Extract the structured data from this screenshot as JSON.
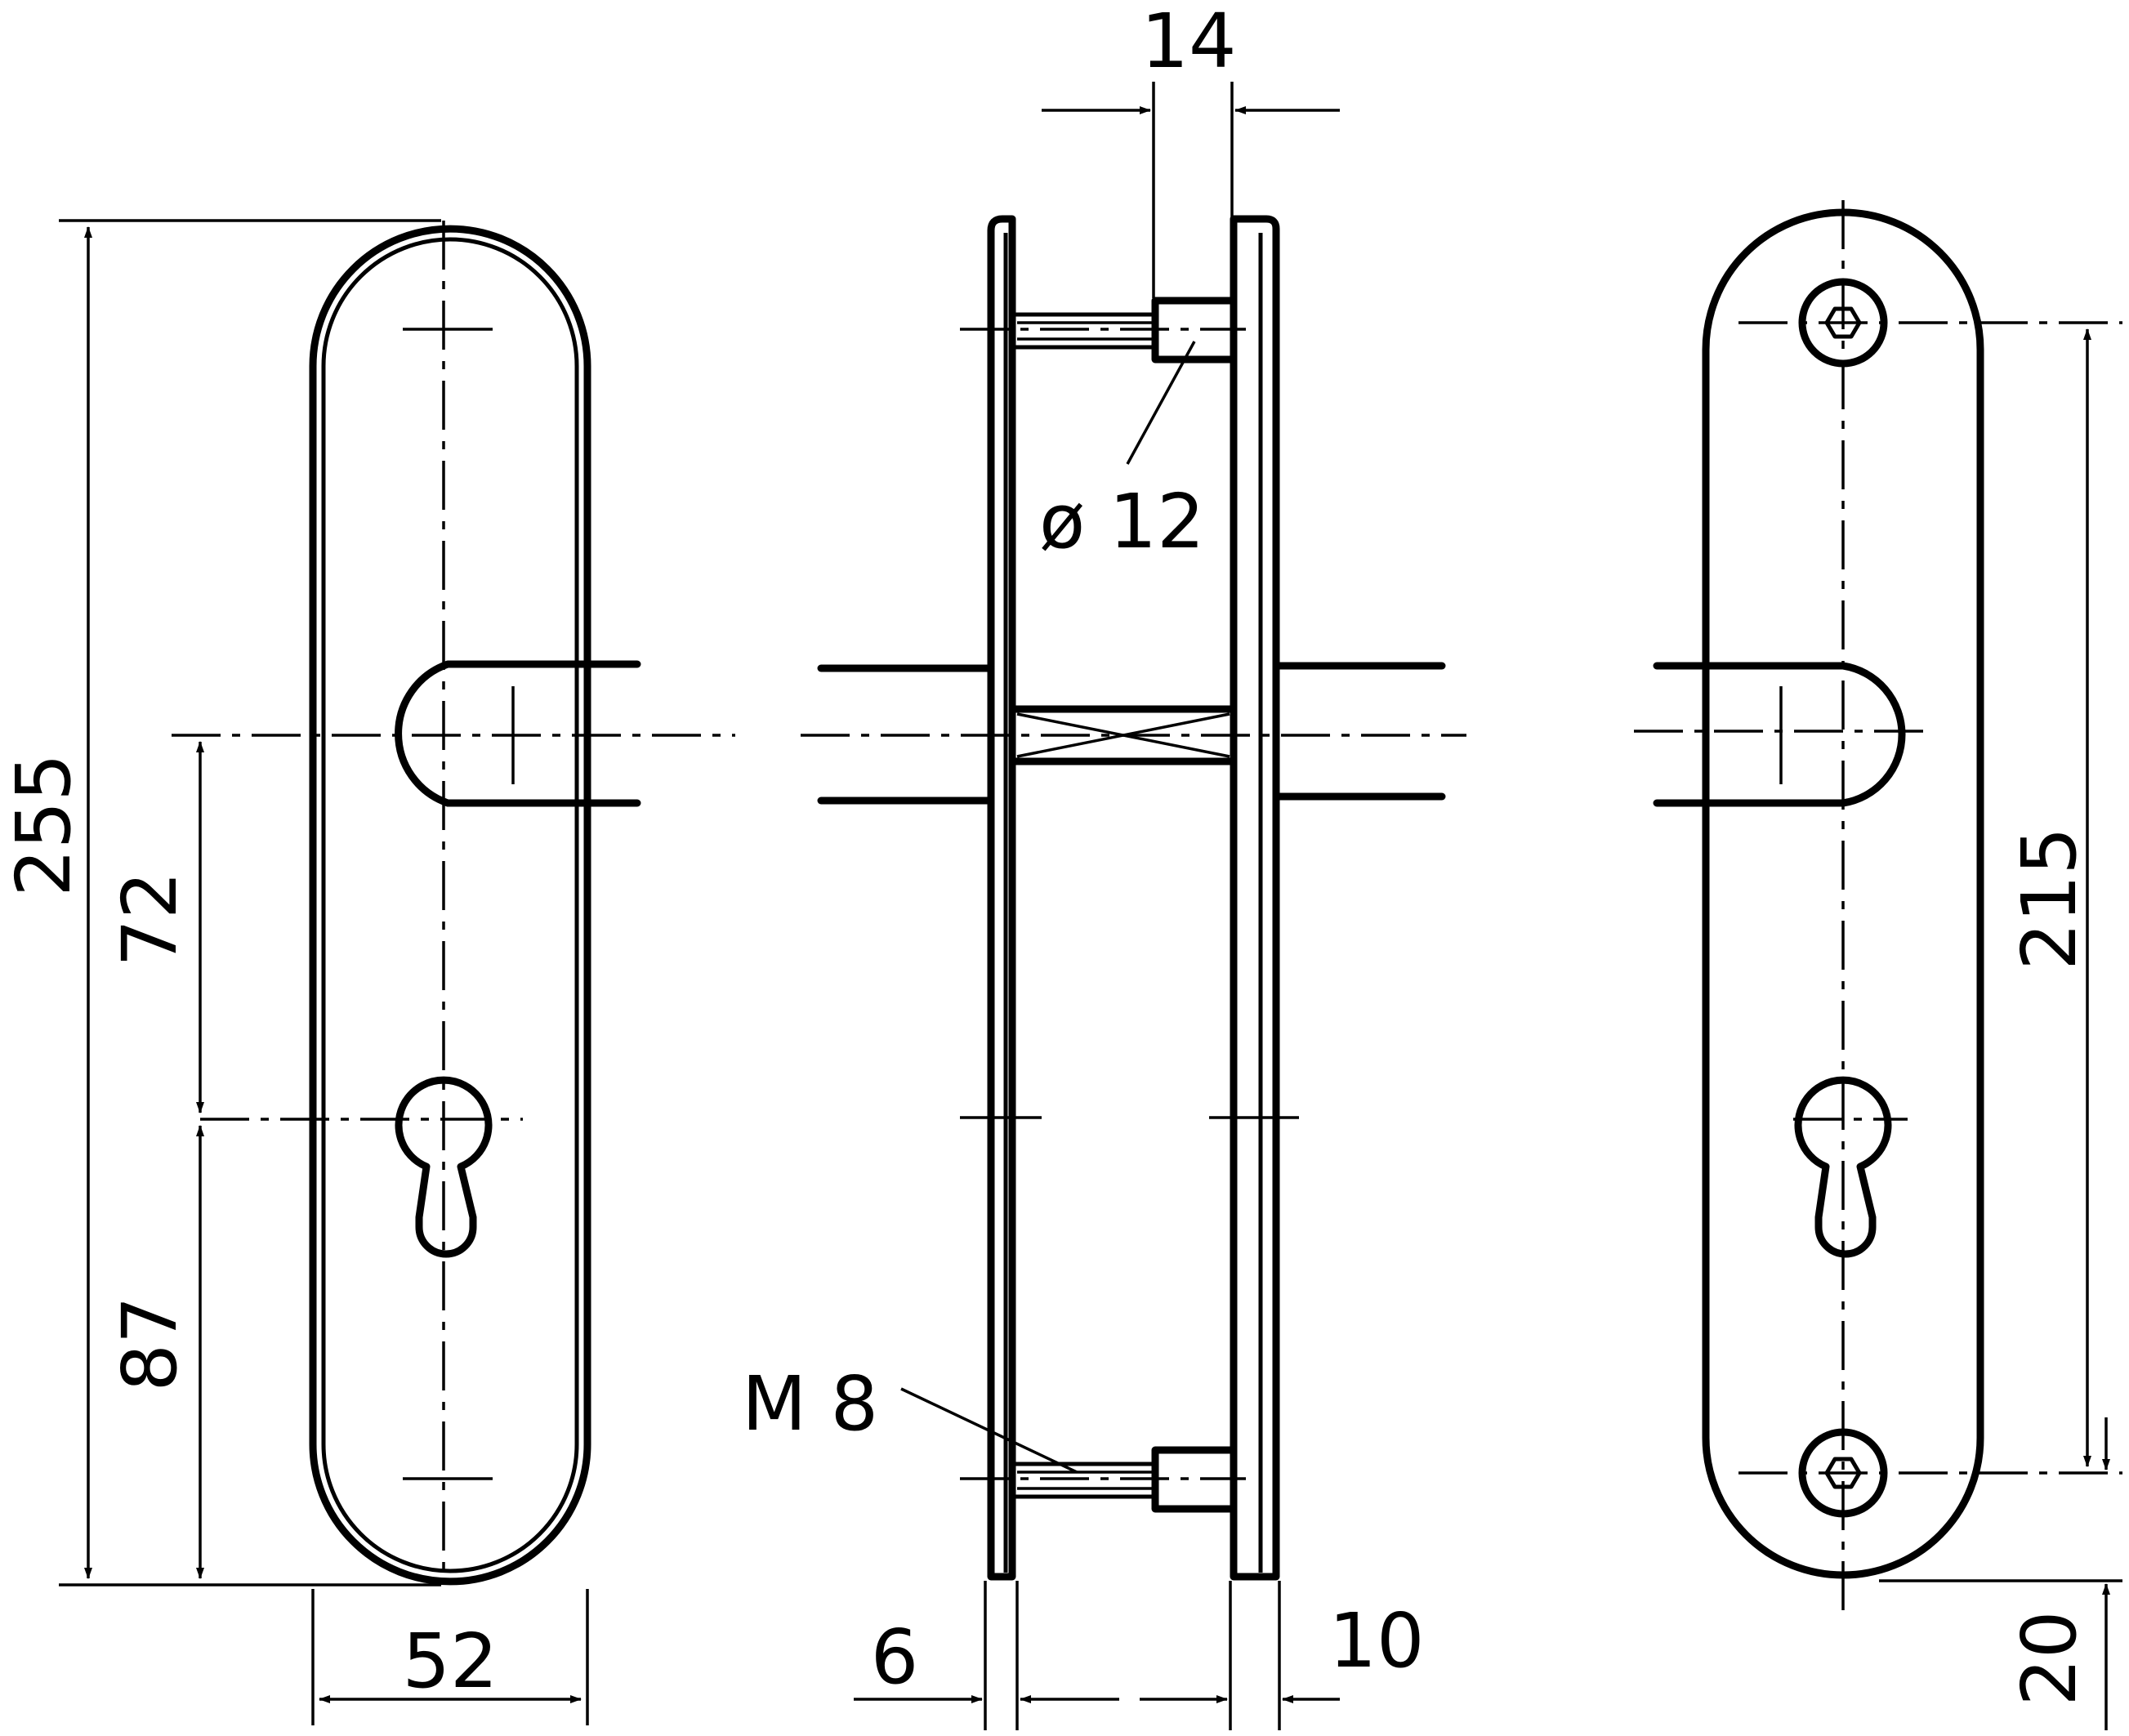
{
  "dimensions": {
    "overall_height": "255",
    "spindle_to_cylinder": "72",
    "cylinder_to_bottom": "87",
    "plate_width": "52",
    "spacer_length": "14",
    "bolt_diameter": "ø 12",
    "thread_size": "M 8",
    "outer_plate_thickness": "6",
    "inner_plate_thickness": "10",
    "screw_hole_spacing": "215",
    "bottom_screw_offset": "20"
  },
  "colors": {
    "line": "#000000",
    "background": "#ffffff"
  }
}
